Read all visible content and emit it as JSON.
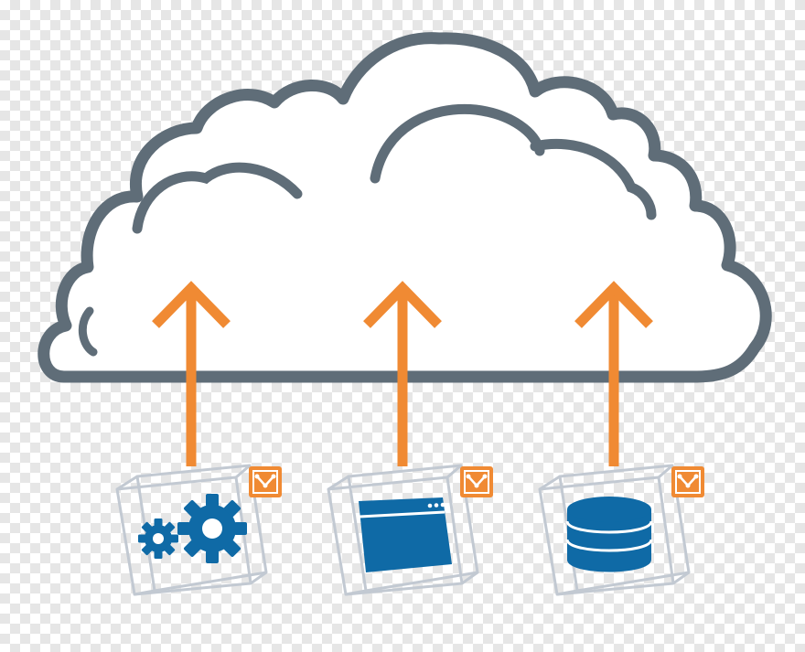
{
  "colors": {
    "cloud_stroke": "#5f6d78",
    "cloud_fill": "#ffffff",
    "arrow": "#f08a33",
    "box_edge": "#c2c9d2",
    "icon_blue": "#0f6aa6",
    "badge_orange": "#f08a33",
    "badge_glyph": "#ffffff"
  },
  "nodes": [
    {
      "id": "services",
      "icon": "gears-icon"
    },
    {
      "id": "application",
      "icon": "browser-window-icon"
    },
    {
      "id": "database",
      "icon": "database-icon"
    }
  ]
}
